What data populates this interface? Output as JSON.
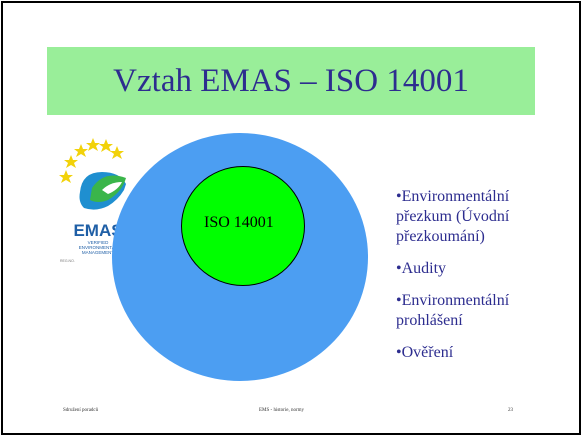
{
  "slide": {
    "title": "Vztah EMAS – ISO 14001",
    "inner_label": "ISO 14001",
    "bullets": [
      {
        "line1": "•Environmentální",
        "line2": "přezkum (Úvodní",
        "line3": "přezkoumání)"
      },
      {
        "line1": "•Audity"
      },
      {
        "line1": "•Environmentální",
        "line2": "prohlášení"
      },
      {
        "line1": "•Ověření"
      }
    ]
  },
  "logo": {
    "name": "EMAS",
    "line1": "VERIFIED",
    "line2": "ENVIRONMENTAL",
    "line3": "MANAGEMENT",
    "reg": "REG.NO."
  },
  "footer": {
    "left": "Sdružení poradců",
    "center": "EMS - historie, normy",
    "page": "23"
  },
  "colors": {
    "title_bg": "#99ee99",
    "title_text": "#2d2d8f",
    "outer_circle": "#4c9ef2",
    "inner_circle": "#00ff00",
    "bullet_text": "#2d2d8f"
  }
}
